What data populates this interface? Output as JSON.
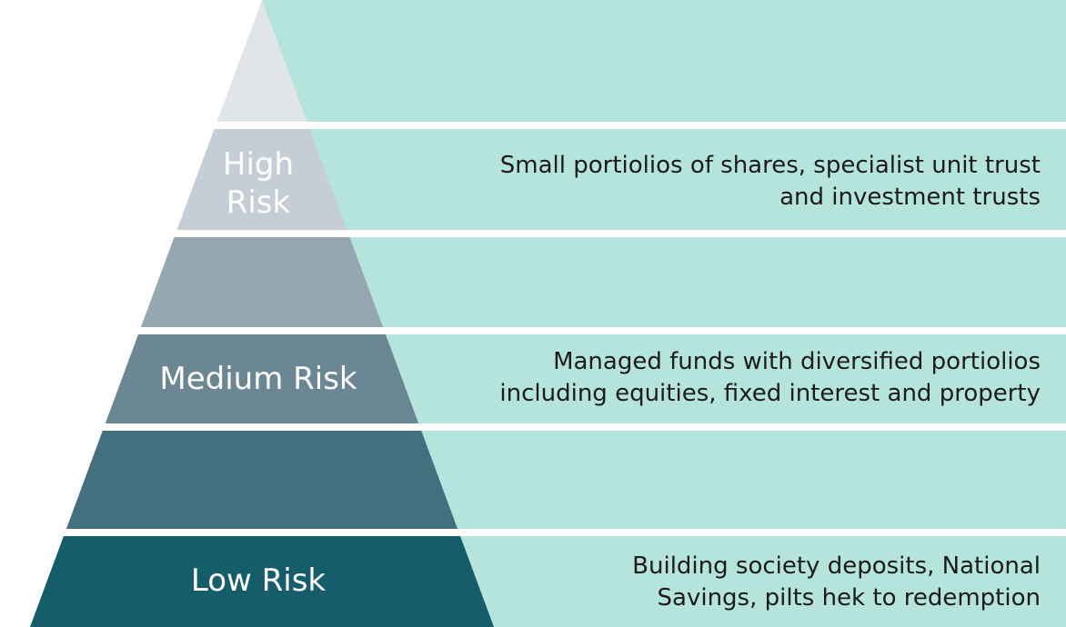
{
  "tiers": [
    {
      "label": [],
      "description": [],
      "color": "#e1e5e9"
    },
    {
      "label": [
        "High",
        "Risk"
      ],
      "description": [
        "Small portiolios of shares, specialist unit trust",
        "and investment trusts"
      ],
      "color": "#c5ced6"
    },
    {
      "label": [],
      "description": [],
      "color": "#95a7b1"
    },
    {
      "label": [
        "Medium Risk"
      ],
      "description": [
        "Managed funds with diversified portiolios",
        "including equities, fixed interest and property"
      ],
      "color": "#6b8794"
    },
    {
      "label": [],
      "description": [],
      "color": "#446f7e"
    },
    {
      "label": [
        "Low Risk"
      ],
      "description": [
        "Building society deposits, National",
        "Savings, pilts hek to redemption"
      ],
      "color": "#165d6b"
    }
  ],
  "band_color": "#b5e4dd"
}
